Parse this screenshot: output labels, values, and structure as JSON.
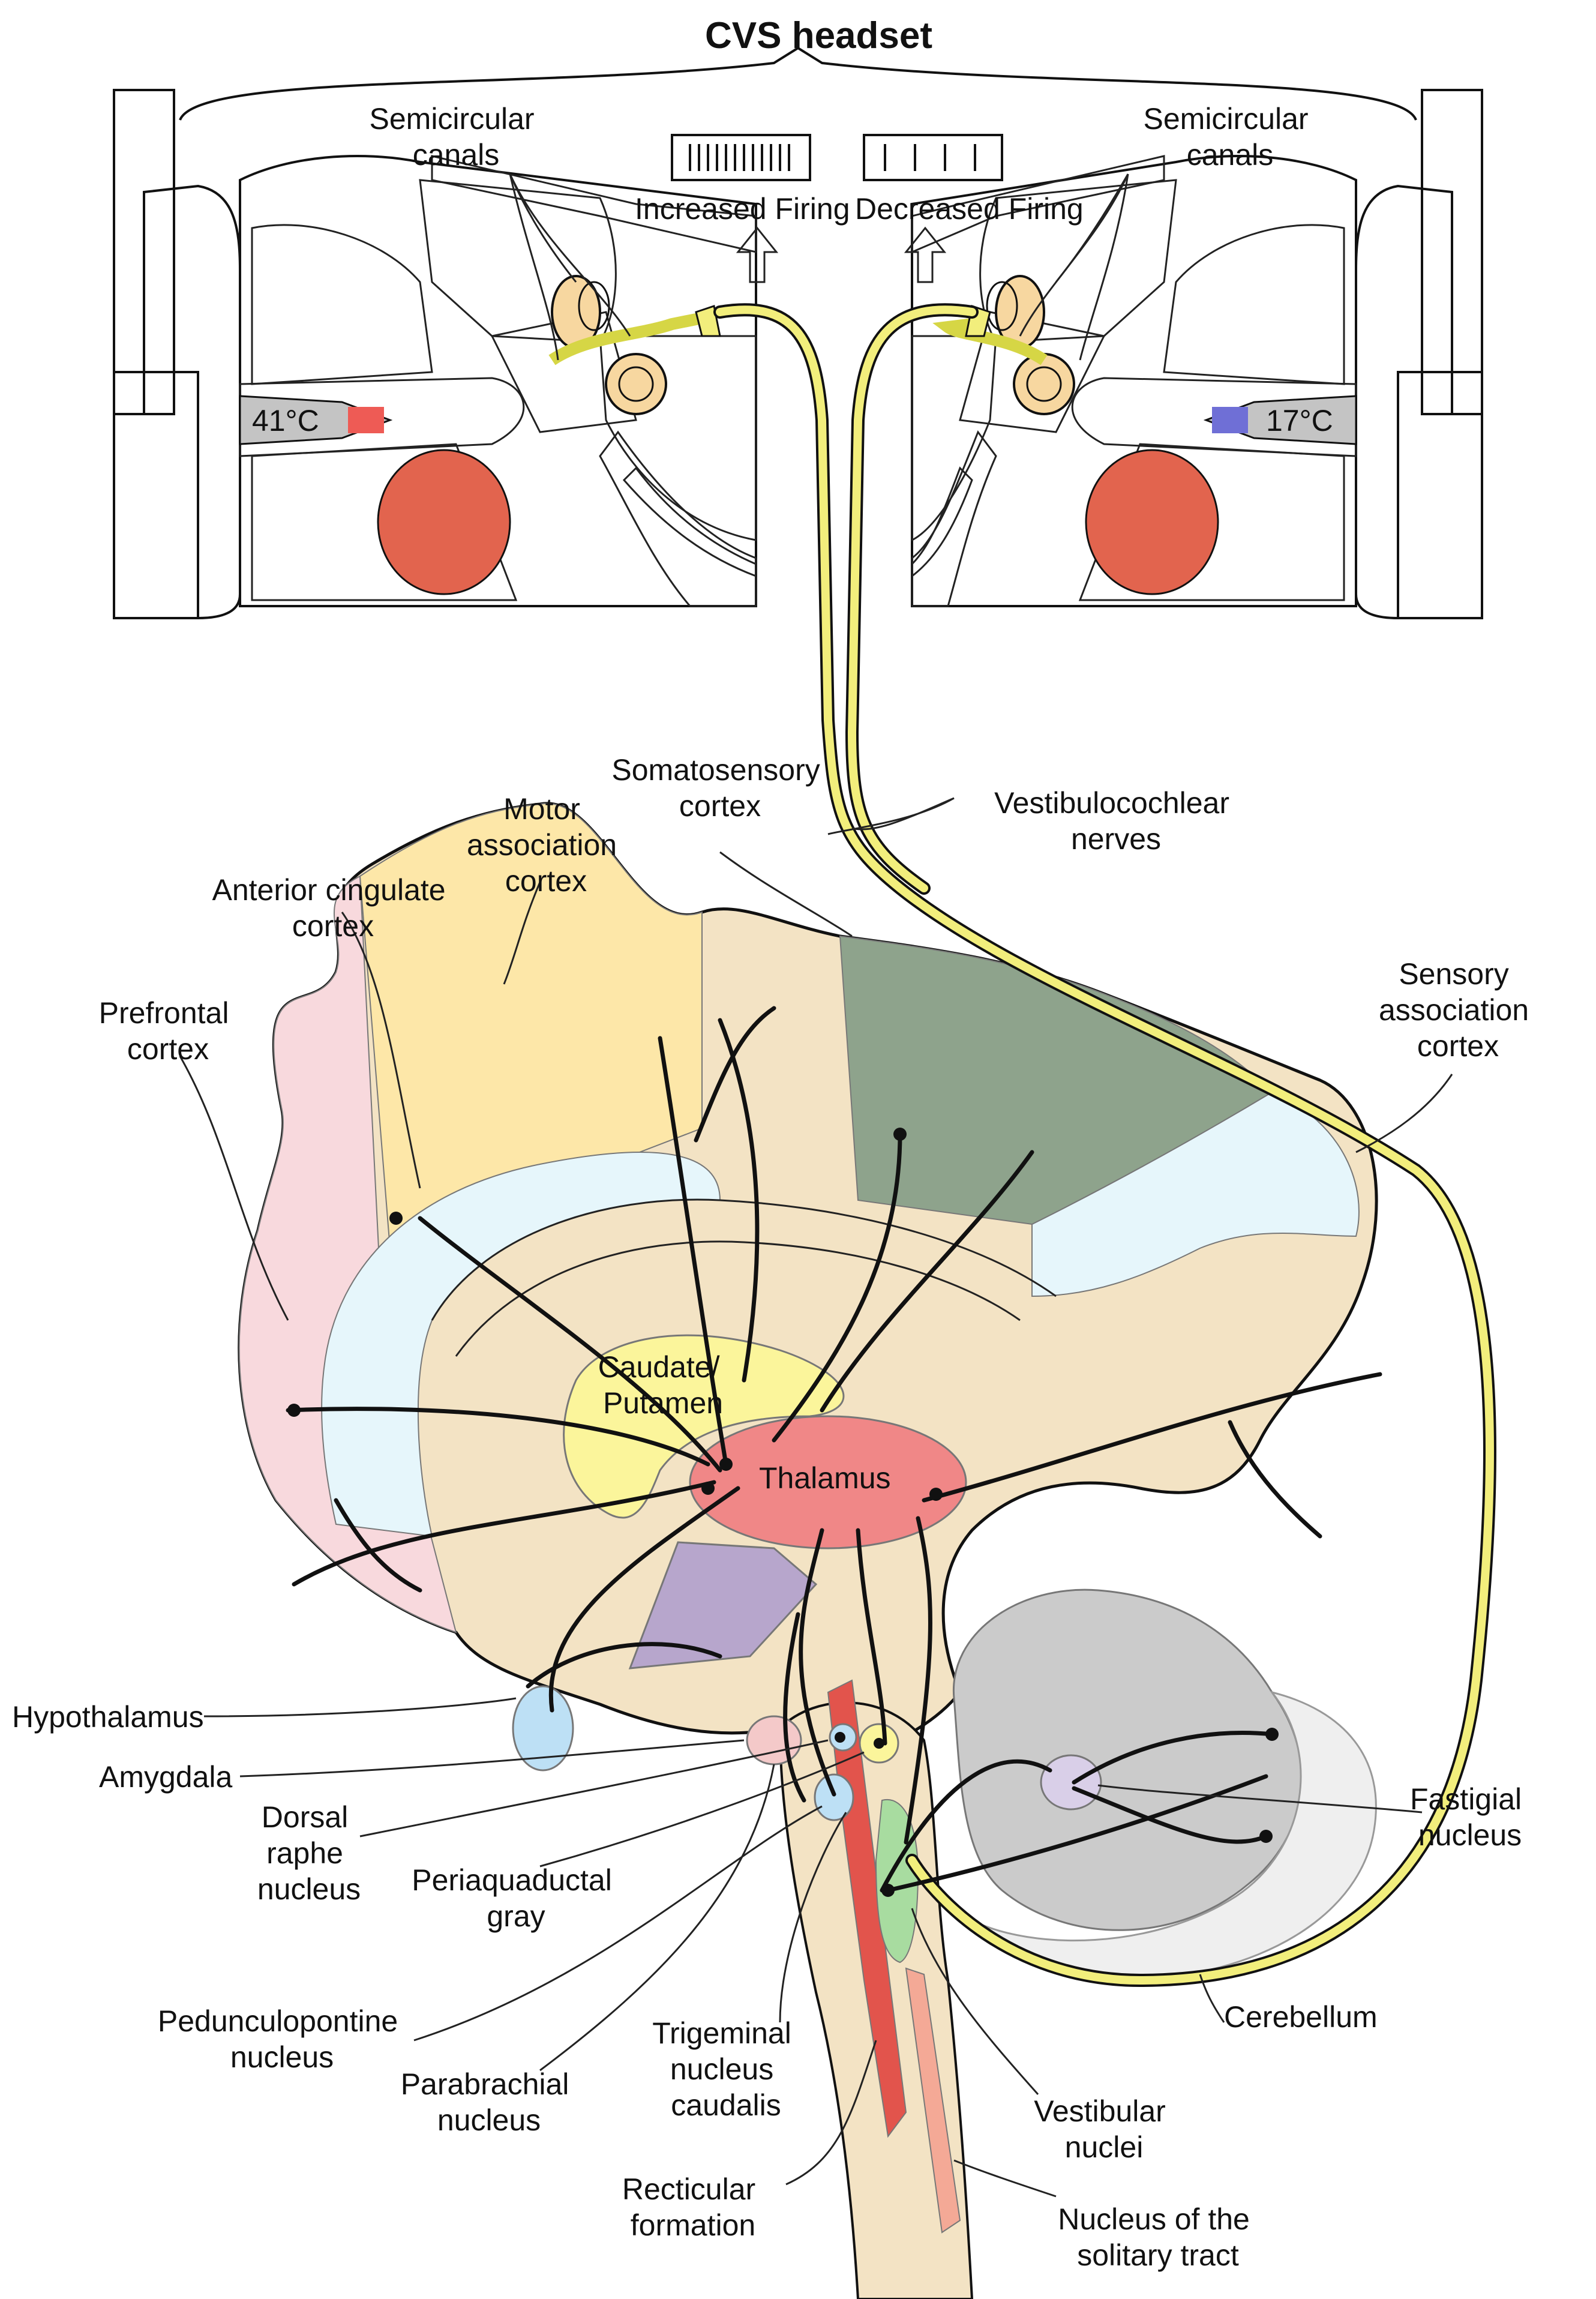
{
  "headset": {
    "title": "CVS headset",
    "left_temp": "41°C",
    "right_temp": "17°C",
    "increased_firing": "Increased Firing",
    "decreased_firing": "Decreased Firing"
  },
  "labels": {
    "semicircular_left": [
      "Semicircular",
      "canals"
    ],
    "semicircular_right": [
      "Semicircular",
      "canals"
    ],
    "somatosensory": [
      "Somatosensory",
      "cortex"
    ],
    "vestibulocochlear": [
      "Vestibulocochlear",
      "nerves"
    ],
    "motor_association": [
      "Motor",
      "association",
      "cortex"
    ],
    "anterior_cingulate": [
      "Anterior cingulate",
      "cortex"
    ],
    "prefrontal": [
      "Prefrontal",
      "cortex"
    ],
    "sensory_association": [
      "Sensory",
      "association",
      "cortex"
    ],
    "caudate": [
      "Caudate/",
      "Putamen"
    ],
    "thalamus": "Thalamus",
    "hypothalamus": "Hypothalamus",
    "amygdala": "Amygdala",
    "dorsal_raphe": [
      "Dorsal",
      "raphe",
      "nucleus"
    ],
    "periaquaductal": [
      "Periaquaductal",
      "gray"
    ],
    "fastigial": [
      "Fastigial",
      "nucleus"
    ],
    "pedunculopontine": [
      "Pedunculopontine",
      "nucleus"
    ],
    "parabrachial": [
      "Parabrachial",
      "nucleus"
    ],
    "trigeminal": [
      "Trigeminal",
      "nucleus",
      "caudalis"
    ],
    "cerebellum": "Cerebellum",
    "vestibular_nuclei": [
      "Vestibular",
      "nuclei"
    ],
    "recticular": [
      "Recticular",
      "formation"
    ],
    "solitary": [
      "Nucleus of the",
      "solitary tract"
    ]
  },
  "colors": {
    "prefrontal": "#f8d9dd",
    "motor": "#fde7a8",
    "cingulate": "#e6f6fb",
    "brain_base": "#f3e3c4",
    "somatosensory": "#8ea38c",
    "caudate": "#fbf59b",
    "thalamus": "#f08787",
    "hypothalamus": "#b7a6cc",
    "amygdala": "#bde0f5",
    "cerebellum": "#cbcbcb",
    "nerve_yellow": "#f2ee7c",
    "hot": "#ee5b55",
    "cold": "#6f6fd6",
    "green_nucleus": "#a8dca0",
    "red_formation": "#e2544c"
  }
}
